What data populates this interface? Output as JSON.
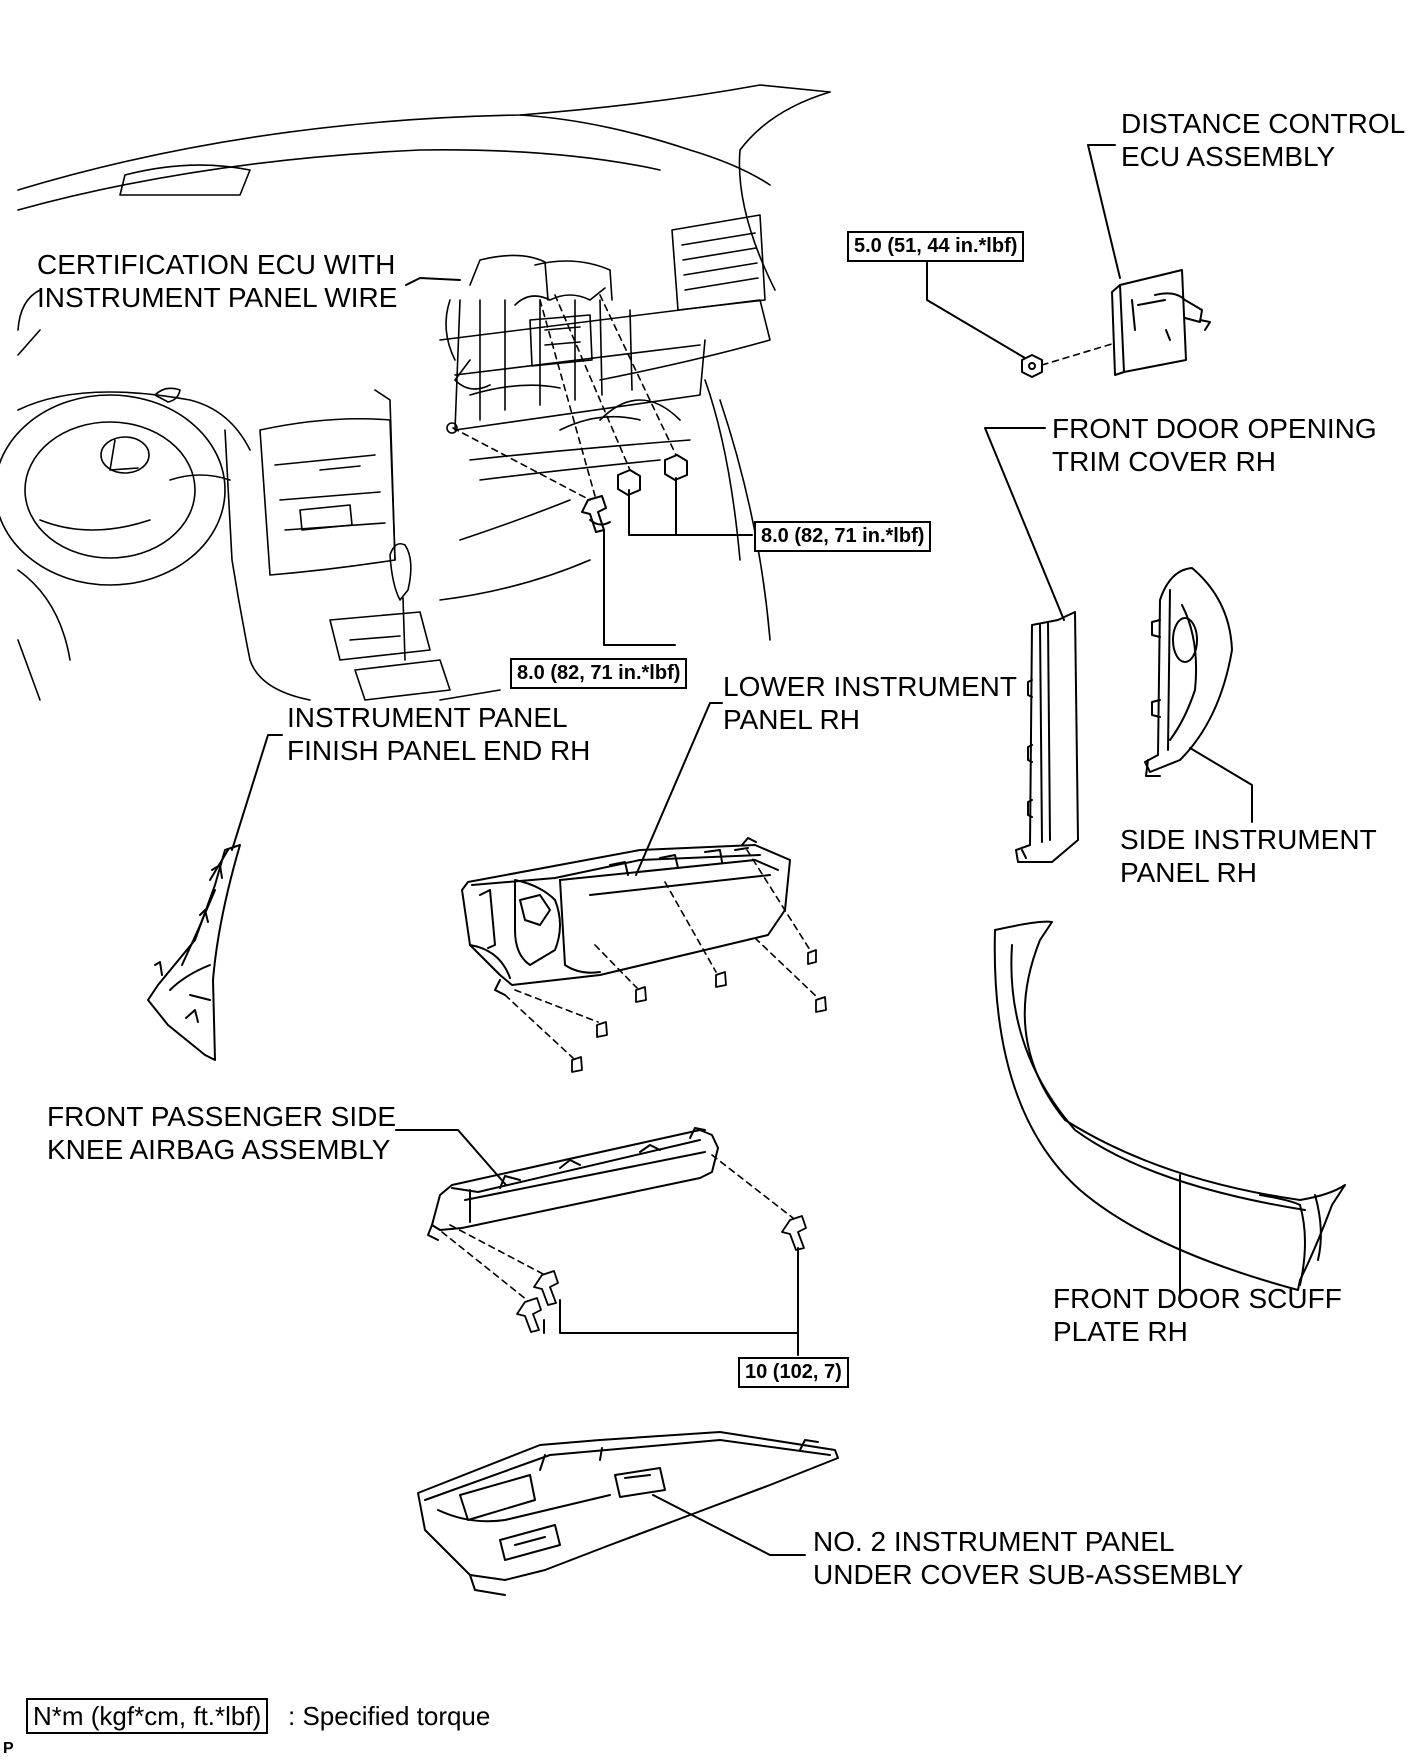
{
  "labels": {
    "certification_ecu": [
      "CERTIFICATION ECU WITH",
      "INSTRUMENT PANEL WIRE"
    ],
    "distance_control_ecu": [
      "DISTANCE CONTROL",
      "ECU ASSEMBLY"
    ],
    "front_door_opening_trim": [
      "FRONT DOOR OPENING",
      "TRIM COVER RH"
    ],
    "lower_instrument_panel": [
      "LOWER INSTRUMENT",
      "PANEL RH"
    ],
    "finish_panel_end": [
      "INSTRUMENT PANEL",
      "FINISH PANEL END RH"
    ],
    "side_instrument_panel": [
      "SIDE INSTRUMENT",
      "PANEL RH"
    ],
    "knee_airbag": [
      "FRONT PASSENGER SIDE",
      "KNEE AIRBAG ASSEMBLY"
    ],
    "scuff_plate": [
      "FRONT DOOR SCUFF",
      "PLATE RH"
    ],
    "under_cover": [
      "NO. 2 INSTRUMENT PANEL",
      "UNDER COVER SUB-ASSEMBLY"
    ]
  },
  "torques": {
    "distance_ecu_nut": "5.0 (51, 44 in.*lbf)",
    "ecu_nuts": "8.0 (82, 71 in.*lbf)",
    "ecu_bolt": "8.0 (82, 71 in.*lbf)",
    "airbag_bolts": "10 (102, 7)"
  },
  "legend": {
    "box_text": "N*m (kgf*cm, ft.*lbf)",
    "description": ": Specified torque"
  },
  "corner_code": "P"
}
